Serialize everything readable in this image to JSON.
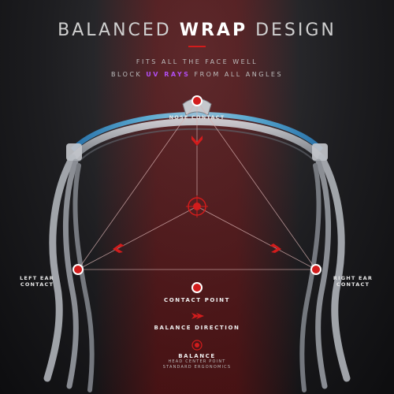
{
  "header": {
    "title_part1": "BALANCED ",
    "title_part2": "WRAP",
    "title_part3": " DESIGN",
    "subtitle1": "FITS ALL THE FACE WELL",
    "subtitle2_pre": "BLOCK ",
    "subtitle2_highlight": "UV RAYS",
    "subtitle2_post": " FROM ALL ANGLES"
  },
  "points": {
    "nose": "NOSE CONTACT",
    "left_line1": "LEFT EAR",
    "left_line2": "CONTACT",
    "right_line1": "RIGHT EAR",
    "right_line2": "CONTACT"
  },
  "legend": {
    "contact": "CONTACT POINT",
    "direction": "BALANCE DIRECTION",
    "balance": "BALANCE",
    "balance_sub1": "HEAD CENTER POINT",
    "balance_sub2": "STANDARD ERGONOMICS"
  },
  "colors": {
    "accent_red": "#d21c1c",
    "uv_purple": "#b14ef0",
    "frame": "#b8bcc2",
    "lens_blue": "#3ba6e0"
  }
}
